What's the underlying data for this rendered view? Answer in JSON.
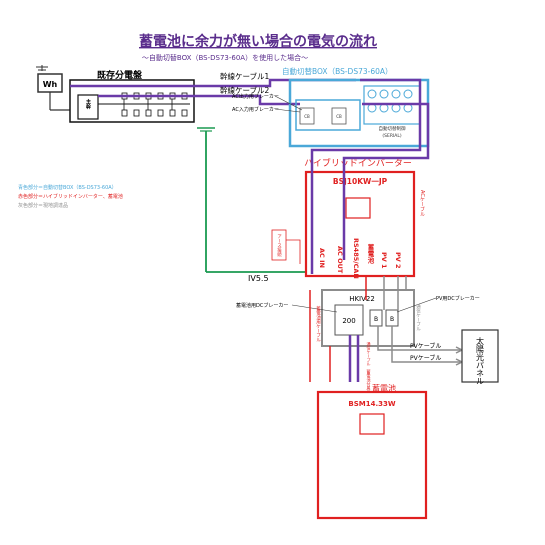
{
  "title": "蓄電池に余力が無い場合の電気の流れ",
  "subtitle": "〜自動切替BOX（BS-DS73-60A）を使用した場合〜",
  "meter_label": "Wh",
  "panel": {
    "title": "既存分電盤",
    "main_breaker_label": "主幹"
  },
  "cables": {
    "trunk1": "幹線ケーブル1",
    "trunk2": "幹線ケーブル2",
    "vertical_cable": "ACケーブル",
    "pv_cable_1": "PVケーブル",
    "pv_cable_2": "PVケーブル",
    "comm_cable": "通信ケーブル",
    "battery_cable": "蓄電池用ケーブル",
    "signal_cable": "通信ケーブル（蓄電池付属品）"
  },
  "switch_box": {
    "title": "自動切替BOX（BS-DS73-60A）",
    "ac_out_breaker": "AC出力用ブレーカー",
    "ac_in_breaker": "AC入力用ブレーカー",
    "cb_left": "CB",
    "cb_right": "CB",
    "switch_unit": "自動切替制御",
    "switch_unit_sub": "(SERIAL)"
  },
  "legend": {
    "blue": "青色部分＝自動切替BOX（BS-DS73-60A）",
    "red": "赤色部分＝ハイブリッドインバーター、蓄電池",
    "gray": "灰色部分＝現地調達品"
  },
  "inverter": {
    "title": "ハイブリッドインバーター",
    "model": "BSJ10KW一JP",
    "terminals": [
      "AC IN",
      "AC OUT",
      "RS485/CAN",
      "蓄電池",
      "PV 1",
      "PV 2"
    ],
    "side_note": "アース接続"
  },
  "iv_label": "IV5.5",
  "junction": {
    "label": "HKIV22",
    "dc_breaker_label": "蓄電池用DCブレーカー",
    "dc_breaker_value": "200",
    "pv_breaker_label": "PV用DCブレーカー",
    "pv_b1": "B",
    "pv_b2": "B"
  },
  "solar_panel": "太陽光パネル",
  "battery": {
    "title": "蓄電池",
    "model": "BSM14.33W"
  },
  "colors": {
    "title_purple": "#5a2d8c",
    "panel_blue": "#4aa8d8",
    "red": "#e02020",
    "green": "#1a9a50",
    "wire_purple": "#6a3aa8",
    "gray": "#8c8c8c"
  }
}
